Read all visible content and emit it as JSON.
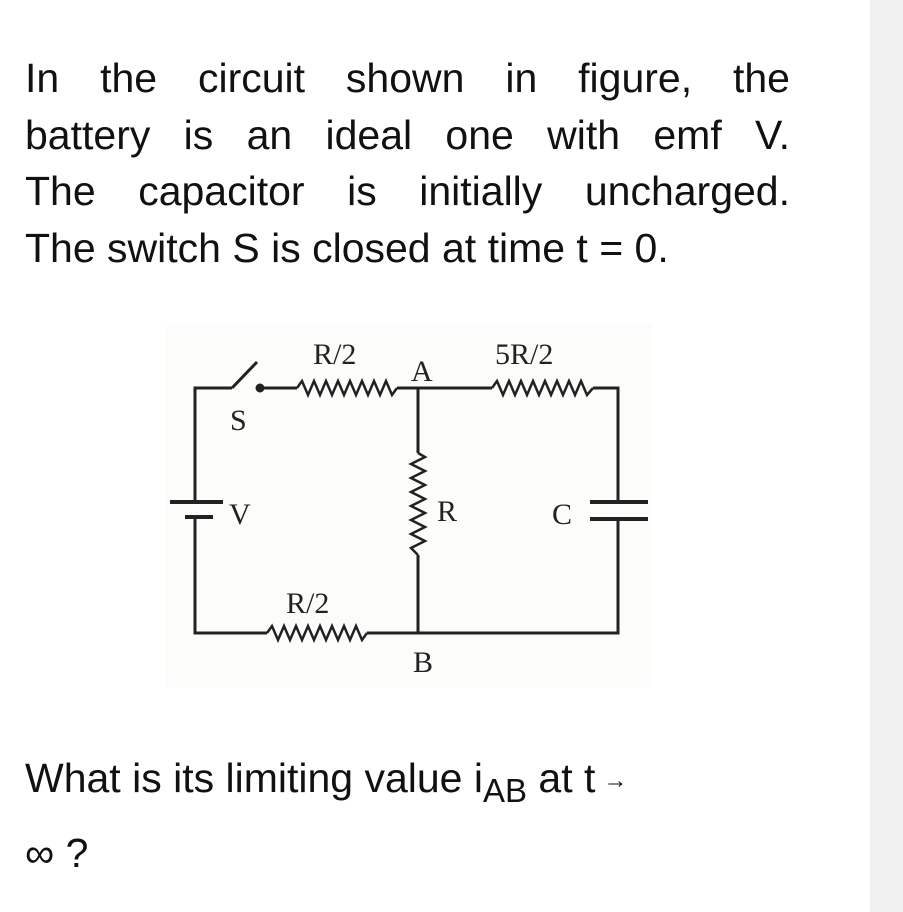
{
  "intro_lines": [
    "In the circuit shown in figure, the",
    "battery is an ideal one with emf V.",
    "The capacitor is initially uncharged.",
    "The switch S is closed at time t = 0."
  ],
  "figure": {
    "label_r2_top": "R/2",
    "label_a": "A",
    "label_5r2": "5R/2",
    "label_s": "S",
    "label_v": "V",
    "label_r": "R",
    "label_c": "C",
    "label_r2_bottom": "R/2",
    "label_b": "B"
  },
  "question": {
    "text": "What is its limiting value i",
    "subscript": "AB",
    "after": " at t",
    "arrow": "→",
    "line2": "∞ ?"
  }
}
